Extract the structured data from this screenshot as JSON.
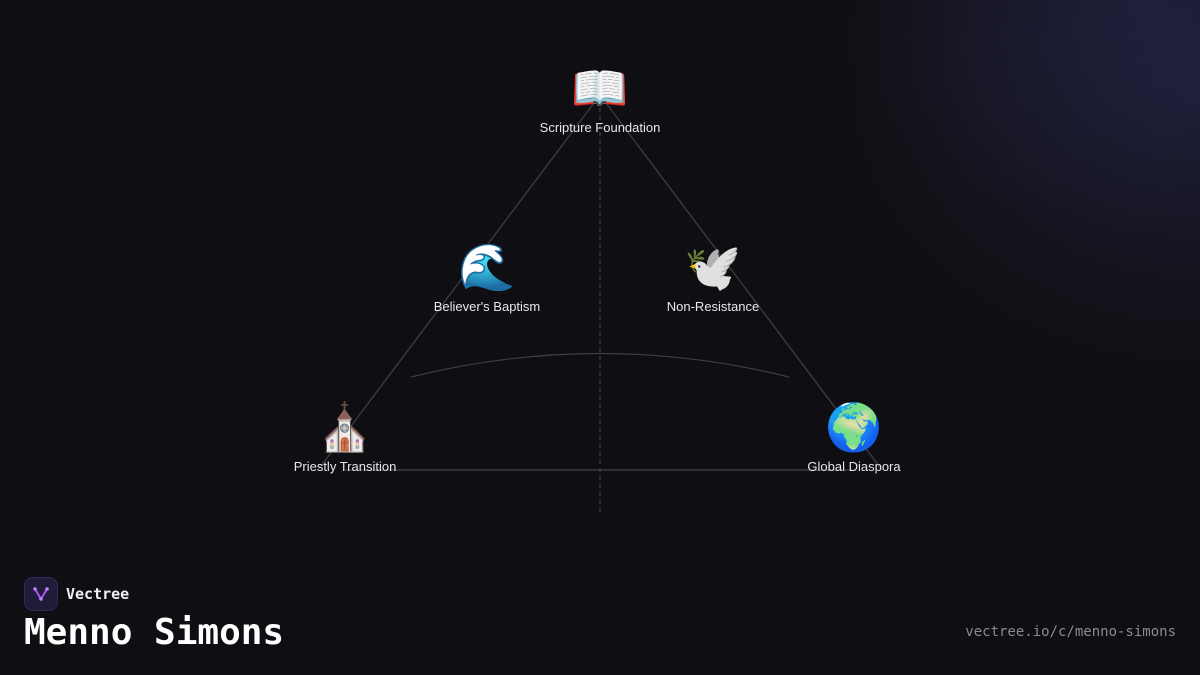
{
  "diagram": {
    "nodes": [
      {
        "id": "scripture",
        "label": "Scripture Foundation",
        "icon": "📖",
        "icon_name": "open-book-icon"
      },
      {
        "id": "baptism",
        "label": "Believer's Baptism",
        "icon": "🌊",
        "icon_name": "water-wave-icon"
      },
      {
        "id": "nonresistance",
        "label": "Non-Resistance",
        "icon": "🕊️",
        "icon_name": "dove-icon"
      },
      {
        "id": "transition",
        "label": "Priestly Transition",
        "icon": "⛪",
        "icon_name": "church-icon"
      },
      {
        "id": "diaspora",
        "label": "Global Diaspora",
        "icon": "🌍",
        "icon_name": "globe-icon"
      }
    ]
  },
  "brand": {
    "name": "Vectree",
    "accent": "#a855f7"
  },
  "page": {
    "title": "Menno Simons",
    "url": "vectree.io/c/menno-simons"
  },
  "colors": {
    "background": "#0f0f13",
    "line": "#3a3a40",
    "text": "#e6e6ec",
    "muted": "#8a8a94"
  }
}
